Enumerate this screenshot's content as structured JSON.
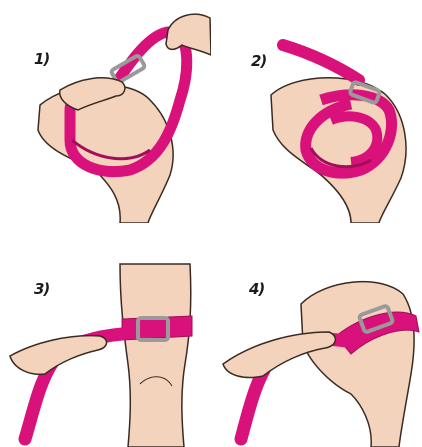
{
  "steps": [
    {
      "label": "1)",
      "illustration": "strap-loop-over-thigh"
    },
    {
      "label": "2)",
      "illustration": "strap-wrapped-around-thigh"
    },
    {
      "label": "3)",
      "illustration": "strap-pulled-tight-front-view"
    },
    {
      "label": "4)",
      "illustration": "strap-tightened-side-view"
    }
  ],
  "colors": {
    "skin": "#f4d3bd",
    "skin_outline": "#3a2a22",
    "strap": "#d8127a",
    "strap_dark": "#a30d5b",
    "buckle": "#d9d9d9"
  }
}
